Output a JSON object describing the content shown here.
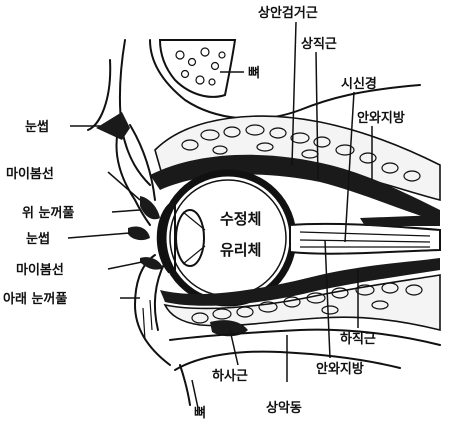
{
  "labels": {
    "eyebrow_1": "눈썹",
    "meibomian_1": "마이봄선",
    "upper_eyelid": "위 눈꺼풀",
    "eyebrow_2": "눈썹",
    "meibomian_2": "마이봄선",
    "lower_eyelid": "아래 눈꺼풀",
    "bone_top": "뼈",
    "levator": "상안검거근",
    "superior_rectus": "상직근",
    "optic_nerve": "시신경",
    "orbital_fat_1": "안와지방",
    "lens": "수정체",
    "vitreous": "유리체",
    "inferior_rectus": "하직근",
    "orbital_fat_2": "안와지방",
    "inferior_oblique": "하사근",
    "maxillary_sinus": "상악동",
    "bone_bottom": "뼈"
  }
}
